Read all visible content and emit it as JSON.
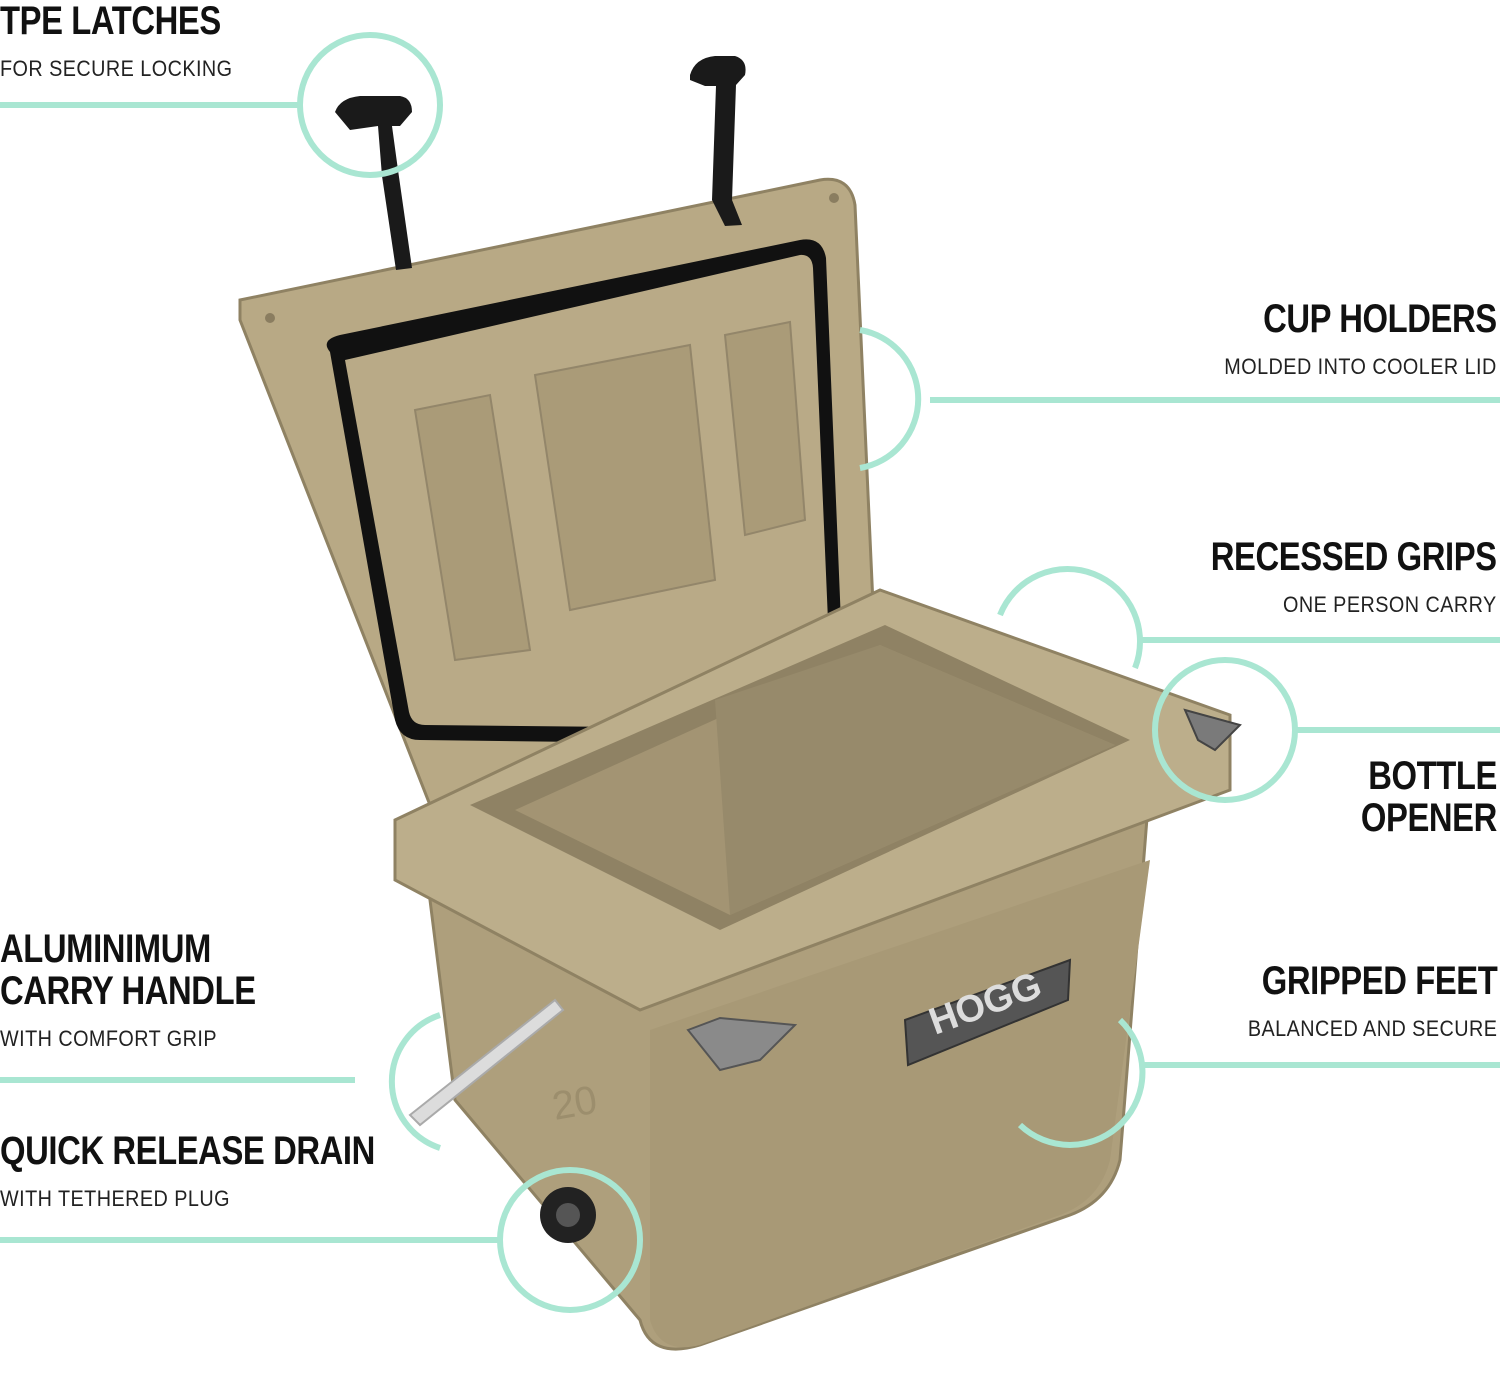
{
  "colors": {
    "callout": "#a9e6d2",
    "cooler_body": "#b5a684",
    "cooler_shade": "#9c8e6d",
    "cooler_dark": "#7d7156",
    "gasket": "#111111",
    "latch": "#1a1a1a"
  },
  "features": {
    "tpe_latches": {
      "title": "TPE LATCHES",
      "sub": "FOR SECURE LOCKING"
    },
    "cup_holders": {
      "title": "CUP HOLDERS",
      "sub": "MOLDED INTO COOLER LID"
    },
    "recessed_grips": {
      "title": "RECESSED GRIPS",
      "sub": "ONE PERSON CARRY"
    },
    "bottle_opener": {
      "title_line1": "BOTTLE",
      "title_line2": "OPENER"
    },
    "carry_handle": {
      "title_line1": "ALUMINIMUM",
      "title_line2": "CARRY HANDLE",
      "sub": "WITH COMFORT GRIP"
    },
    "gripped_feet": {
      "title": "GRIPPED FEET",
      "sub": "BALANCED AND SECURE"
    },
    "drain": {
      "title": "QUICK RELEASE DRAIN",
      "sub": "WITH TETHERED PLUG"
    }
  },
  "product": {
    "brand_logo": "HOGG",
    "size_mark": "20"
  }
}
